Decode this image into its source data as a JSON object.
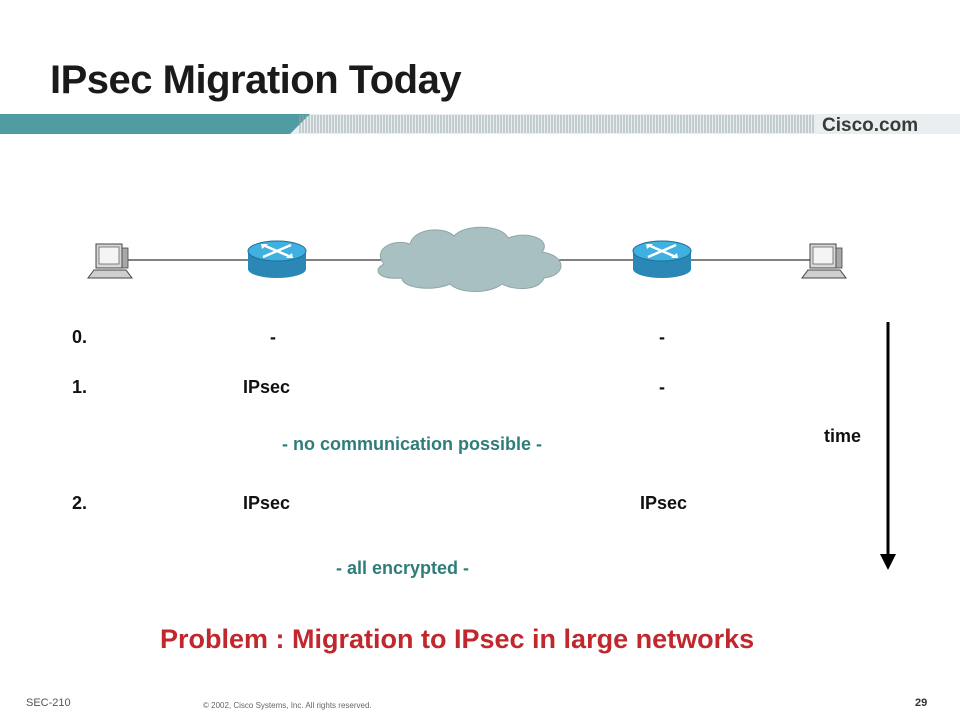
{
  "slide": {
    "title": "IPsec Migration Today",
    "brand": "Cisco.com"
  },
  "timeline": [
    {
      "step": "0.",
      "left_router": "-",
      "right_router": "-"
    },
    {
      "step": "1.",
      "left_router": "IPsec",
      "right_router": "-",
      "note": "- no communication possible -"
    },
    {
      "step": "2.",
      "left_router": "IPsec",
      "right_router": "IPsec",
      "note": "- all encrypted -"
    }
  ],
  "time_label": "time",
  "problem": "Problem : Migration to IPsec in large networks",
  "footer": {
    "course": "SEC-210",
    "copyright": "© 2002, Cisco Systems, Inc. All rights reserved.",
    "page": "29"
  },
  "colors": {
    "header_bar": "#4f9da3",
    "note_text": "#2f7d79",
    "problem_text": "#c0282d",
    "router": "#2e9fd2",
    "cloud": "#a9c0c3"
  }
}
